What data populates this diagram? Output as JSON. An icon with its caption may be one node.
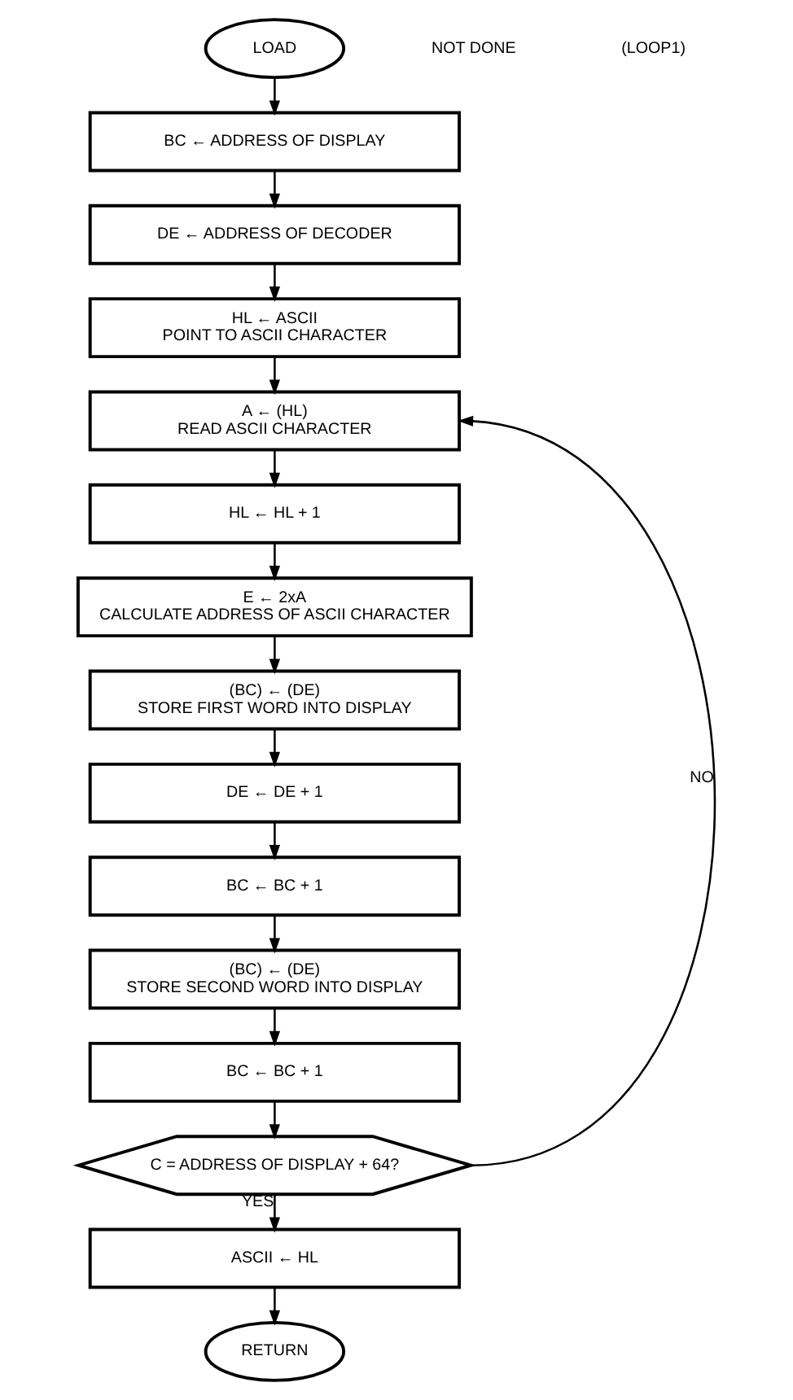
{
  "diagram": {
    "nodes": [
      {
        "text": [
          "LOAD"
        ]
      },
      {
        "text": [
          "BC ← ADDRESS OF DISPLAY"
        ]
      },
      {
        "text": [
          "DE ← ADDRESS OF DECODER"
        ]
      },
      {
        "text": [
          "HL ← ASCII",
          "POINT TO ASCII CHARACTER"
        ]
      },
      {
        "text": [
          "A ← (HL)",
          "READ ASCII CHARACTER"
        ]
      },
      {
        "text": [
          "HL ← HL + 1"
        ]
      },
      {
        "text": [
          "E ← 2xA",
          "CALCULATE ADDRESS OF ASCII CHARACTER"
        ]
      },
      {
        "text": [
          "(BC) ← (DE)",
          "STORE FIRST WORD INTO DISPLAY"
        ]
      },
      {
        "text": [
          "DE ← DE + 1"
        ]
      },
      {
        "text": [
          "BC ← BC + 1"
        ]
      },
      {
        "text": [
          "(BC) ← (DE)",
          "STORE SECOND WORD INTO DISPLAY"
        ]
      },
      {
        "text": [
          "BC ← BC + 1"
        ]
      },
      {
        "text": [
          "C = ADDRESS OF DISPLAY + 64?"
        ]
      },
      {
        "text": [
          "ASCII ← HL"
        ]
      },
      {
        "text": [
          "RETURN"
        ]
      }
    ],
    "edges": [
      {
        "from": 0,
        "to": 1,
        "arrow": "to"
      },
      {
        "from": 1,
        "to": 2,
        "arrow": "to"
      },
      {
        "from": 2,
        "to": 3,
        "arrow": "to"
      },
      {
        "from": 3,
        "to": 4,
        "arrow": "to"
      },
      {
        "from": 4,
        "to": 5,
        "arrow": "to"
      },
      {
        "from": 5,
        "to": 6,
        "arrow": "to"
      },
      {
        "from": 6,
        "to": 7,
        "arrow": "to"
      },
      {
        "from": 7,
        "to": 8,
        "arrow": "to"
      },
      {
        "from": 8,
        "to": 9,
        "arrow": "to"
      },
      {
        "from": 9,
        "to": 10,
        "arrow": "to"
      },
      {
        "from": 10,
        "to": 11,
        "arrow": "to"
      },
      {
        "from": 11,
        "to": 12,
        "arrow": "to"
      },
      {
        "from": 12,
        "to": 4,
        "arrow": "to",
        "label": "NO"
      },
      {
        "from": 12,
        "to": 13,
        "arrow": "to",
        "label": "YES"
      },
      {
        "from": 13,
        "to": 14,
        "arrow": "to"
      }
    ],
    "labels": [
      "NOT DONE",
      "(LOOP1)"
    ]
  }
}
